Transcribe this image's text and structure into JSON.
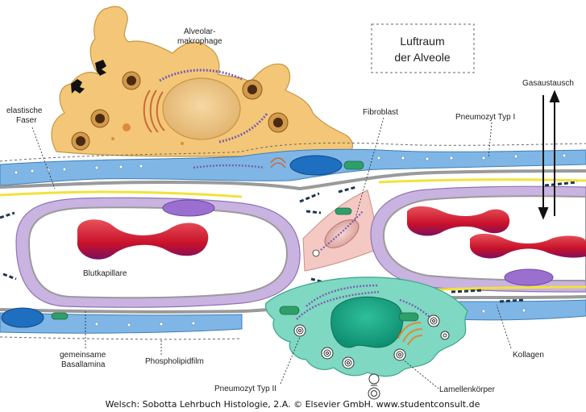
{
  "labels": {
    "alveolar_macrophage": [
      "Alveolar-",
      "makrophage"
    ],
    "airspace": [
      "Luftraum",
      "der Alveole"
    ],
    "gas_exchange": "Gasaustausch",
    "elastic_fiber": [
      "elastische",
      "Faser"
    ],
    "fibroblast": "Fibroblast",
    "pneumocyte_1": "Pneumozyt Typ I",
    "blood_capillary": "Blutkapillare",
    "basal_lamina": [
      "gemeinsame",
      "Basallamina"
    ],
    "phospholipid_film": "Phospholipidfilm",
    "pneumocyte_2": "Pneumozyt Typ II",
    "lamellar_bodies": "Lamellenkörper",
    "collagen": "Kollagen"
  },
  "credit": "Welsch: Sobotta Lehrbuch Histologie, 2.A. © Elsevier GmbH. www.studentconsult.de",
  "colors": {
    "macrophage": "#f3c777",
    "pneumocyte_1": "#7fb6e6",
    "capillary_wall": "#c9b3e0",
    "erythrocyte": "#d41f2c",
    "pneumocyte_2": "#7fd8c1",
    "fibroblast": "#f4c9c4",
    "basal_lamina": "#9a9a9a",
    "elastic_fiber": "#f2e23a"
  }
}
